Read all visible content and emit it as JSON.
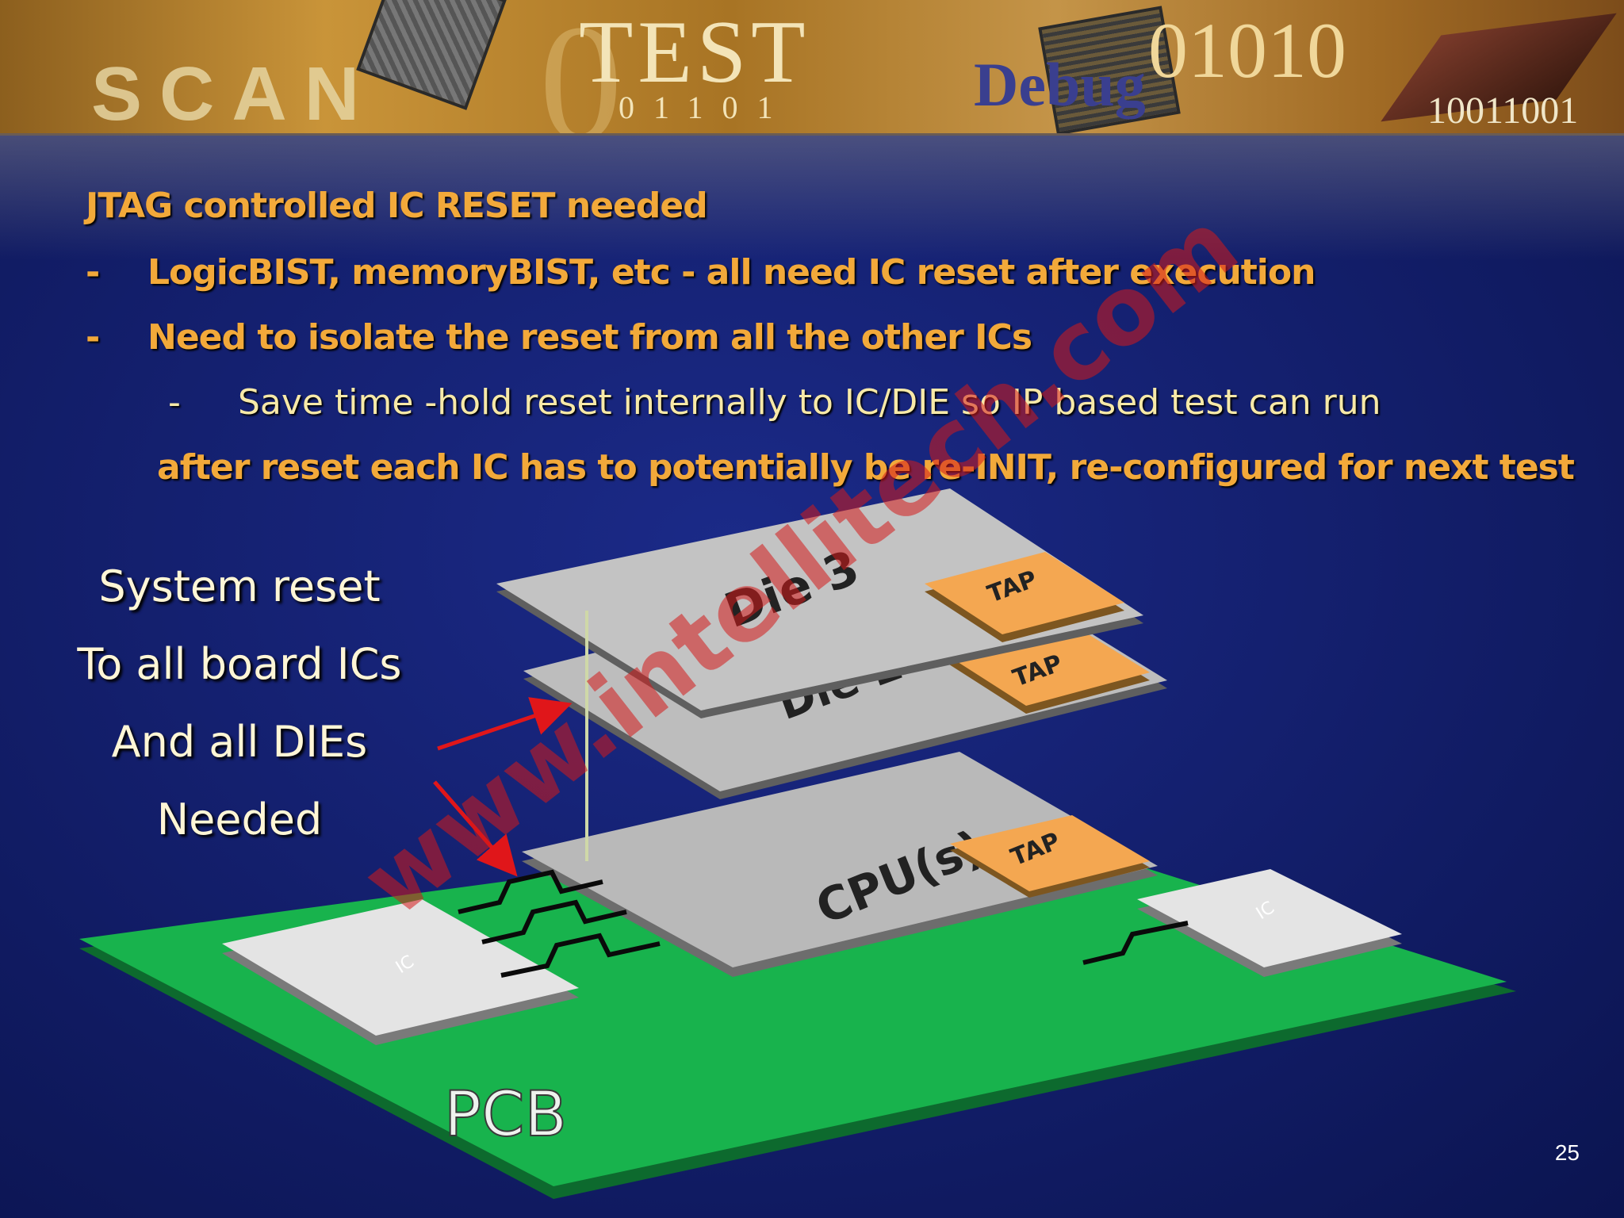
{
  "banner": {
    "scan": "SCAN",
    "test": "TEST",
    "test_bits": "01101",
    "debug": "Debug",
    "bits_big": "01010",
    "bits_small": "10011001"
  },
  "heading": "JTAG controlled IC RESET needed",
  "bullets": [
    {
      "dash": "-",
      "text": "LogicBIST, memoryBIST, etc  - all need IC reset after execution"
    },
    {
      "dash": "-",
      "text": "Need to isolate the reset from all the other ICs"
    }
  ],
  "sub_bullet": {
    "dash": "-",
    "text": "Save time   -hold reset internally to IC/DIE so IP based test can run"
  },
  "after_line": "after reset each IC has to potentially be re-INIT, re-configured for next test",
  "side_note": [
    "System reset",
    "To all board ICs",
    "And  all DIEs",
    "Needed"
  ],
  "diagram": {
    "die3": "Die 3",
    "die2": "Die 2",
    "cpu": "CPU(s)",
    "tap": "TAP",
    "ic": "IC",
    "pcb": "PCB"
  },
  "watermark": "www.intellitech.com",
  "page_number": "25",
  "colors": {
    "heading": "#f2a93a",
    "pcb": "#16b24c",
    "chip_top": "#b9b9b9",
    "tap": "#f4a751",
    "arrow": "#e0161a"
  }
}
